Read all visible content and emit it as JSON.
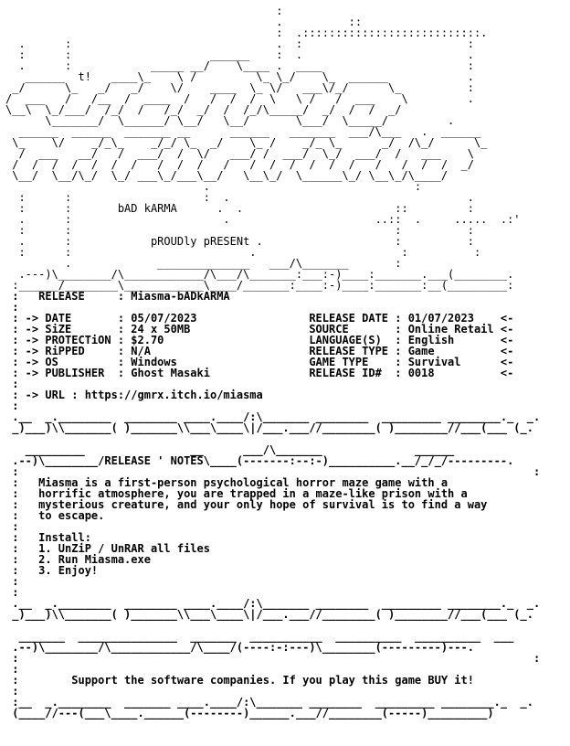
{
  "logo_art": [
    "                                         :",
    "                                         .          ::",
    "                                         :  .:::::::::::::::::::::::::::.",
    "  .      :                               .  :                         :",
    "  :      :                     ______    :  .                         .",
    "  .      :            _____ __/    \\____ .  ____                      :",
    "   ______  t!   ____\\_    \\ /         \\_ \\_/    \\_  ______            .",
    " _/      \\_   _/   _/    \\/    ____  \\_ \\/   ___\\/_/      \\_          :",
    "/  ___   /   /__  /  ____  /   /  /  /  \\   \\ /   /  ___    \\         .",
    "\\__\\  \\_/___/  /_/  /   /_/  _/  /  /_/\\_____/  _/  /  /  _/",
    "      \\_______/  \\______/ \\__/   \\__/       \\___/  \\_____/         .",
    "  ______  ______  _______ __      ______   _______  ___/\\___   .  ______",
    " \\_    \\/    _/_\\_    _/_/ \\_  _/    \\_ /    _/_ \\_      _/  /\\_/      \\_",
    "  /  ___   __/   /  ___/  /  \\/   ___/ /  ___/  \\_/  ___/  /   ___    \\",
    " /  /  /  /  /  /  /   /  /  /   /   /  /  /  /  /  /   /   /  /  /  _/",
    " \\__/  \\__/\\_/  \\_/ ___\\_/___\\__/   \\__\\_/  \\______\\_/ \\__\\_/\\____/",
    "                              .                               :",
    "  :      :                    :  .                                    .",
    "  :      :       bAD kARMA      .  .                       ::         :",
    "  .      :                       .                      ..::  .     .....  .:'",
    "  :      :                                                 :          :",
    "  .      :            pROUDly pRESENt .                    :          :",
    "  :      :                           .                      :          :",
    "         .             ______________   ___/\\_______       :",
    "  .---)\\________/\\____________/\\___/\\_______:___:-)____:_______.___(________.",
    " :______/________\\____________\\____/_______:____:-)____:_______:__(_________:"
  ],
  "release": {
    "rows": [
      {
        "label": "RELEASE",
        "value": "Miasma-bADkARMA"
      },
      {
        "label": "DATE",
        "value": "05/07/2023",
        "label2": "RELEASE DATE",
        "value2": "01/07/2023"
      },
      {
        "label": "SiZE",
        "value": "24 x 50MB",
        "label2": "SOURCE",
        "value2": "Online Retail"
      },
      {
        "label": "PROTECTiON",
        "value": "$2.70",
        "label2": "LANGUAGE(S)",
        "value2": "English"
      },
      {
        "label": "RiPPED",
        "value": "N/A",
        "label2": "RELEASE TYPE",
        "value2": "Game"
      },
      {
        "label": "OS",
        "value": "Windows",
        "label2": "GAME TYPE",
        "value2": "Survival"
      },
      {
        "label": "PUBLISHER",
        "value": "Ghost Masaki",
        "label2": "RELEASE ID#",
        "value2": "0018"
      }
    ],
    "url_label": "URL",
    "url": "https://gmrx.itch.io/miasma"
  },
  "notes": {
    "header": "RELEASE ' NOTES",
    "description": [
      "Miasma is a first-person psychological horror maze game with a",
      "horrific atmosphere, you are trapped in a maze-like prison with a",
      "mysterious creature, and your only hope of survival is to find a way",
      "to escape."
    ],
    "install_title": "Install:",
    "install_steps": [
      "1. UnZiP / UnRAR all files",
      "2. Run Miasma.exe",
      "3. Enjoy!"
    ]
  },
  "footer": {
    "message": "Support the software companies. If you play this game BUY it!"
  }
}
